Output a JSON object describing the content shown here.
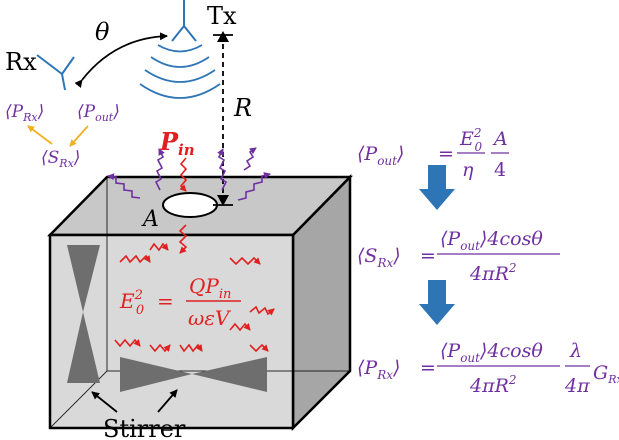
{
  "labels": {
    "tx": "Tx",
    "rx": "Rx",
    "theta": "θ",
    "distance": "R",
    "aperture": "A",
    "stirrer": "Stirrer"
  },
  "cavity_symbols": {
    "p_rx": "⟨P",
    "p_rx_sub": "Rx",
    "p_rx_close": "⟩",
    "p_out": "⟨P",
    "p_out_sub": "out",
    "p_out_close": "⟩",
    "s_rx": "⟨S",
    "s_rx_sub": "Rx",
    "s_rx_close": "⟩",
    "p_in": "P",
    "p_in_sub": "in"
  },
  "field_equation": {
    "lhs_base": "E",
    "lhs_sup": "2",
    "lhs_sub": "0",
    "equals": "=",
    "numerator": "QP",
    "numerator_sub": "in",
    "denominator": "ωεV"
  },
  "equations": {
    "pout": {
      "lhs": "⟨P",
      "lhs_sub": "out",
      "lhs_close": "⟩",
      "equals": "=",
      "num1": "E",
      "num1_sup": "2",
      "num1_sub": "0",
      "den1": "η",
      "num2": "A",
      "den2": "4"
    },
    "srx": {
      "lhs": "⟨S",
      "lhs_sub": "Rx",
      "lhs_close": "⟩",
      "equals": "=",
      "num": "⟨P",
      "num_sub": "out",
      "num_tail": "⟩4cosθ",
      "den": "4πR",
      "den_sup": "2"
    },
    "prx": {
      "lhs": "⟨P",
      "lhs_sub": "Rx",
      "lhs_close": "⟩",
      "equals": "=",
      "num": "⟨P",
      "num_sub": "out",
      "num_tail": "⟩4cosθ",
      "den": "4πR",
      "den_sup": "2",
      "num2": "λ",
      "den2": "4π",
      "gain": "G",
      "gain_sub": "Rx"
    }
  },
  "colors": {
    "purple": "#7030a0",
    "red": "#e02020",
    "orange": "#f0b020",
    "blue": "#2e75b6",
    "box_front": "#d9d9d9",
    "box_top": "#c8c8c8",
    "box_side": "#a6a6a6",
    "stirrer": "#6e6e6e"
  }
}
